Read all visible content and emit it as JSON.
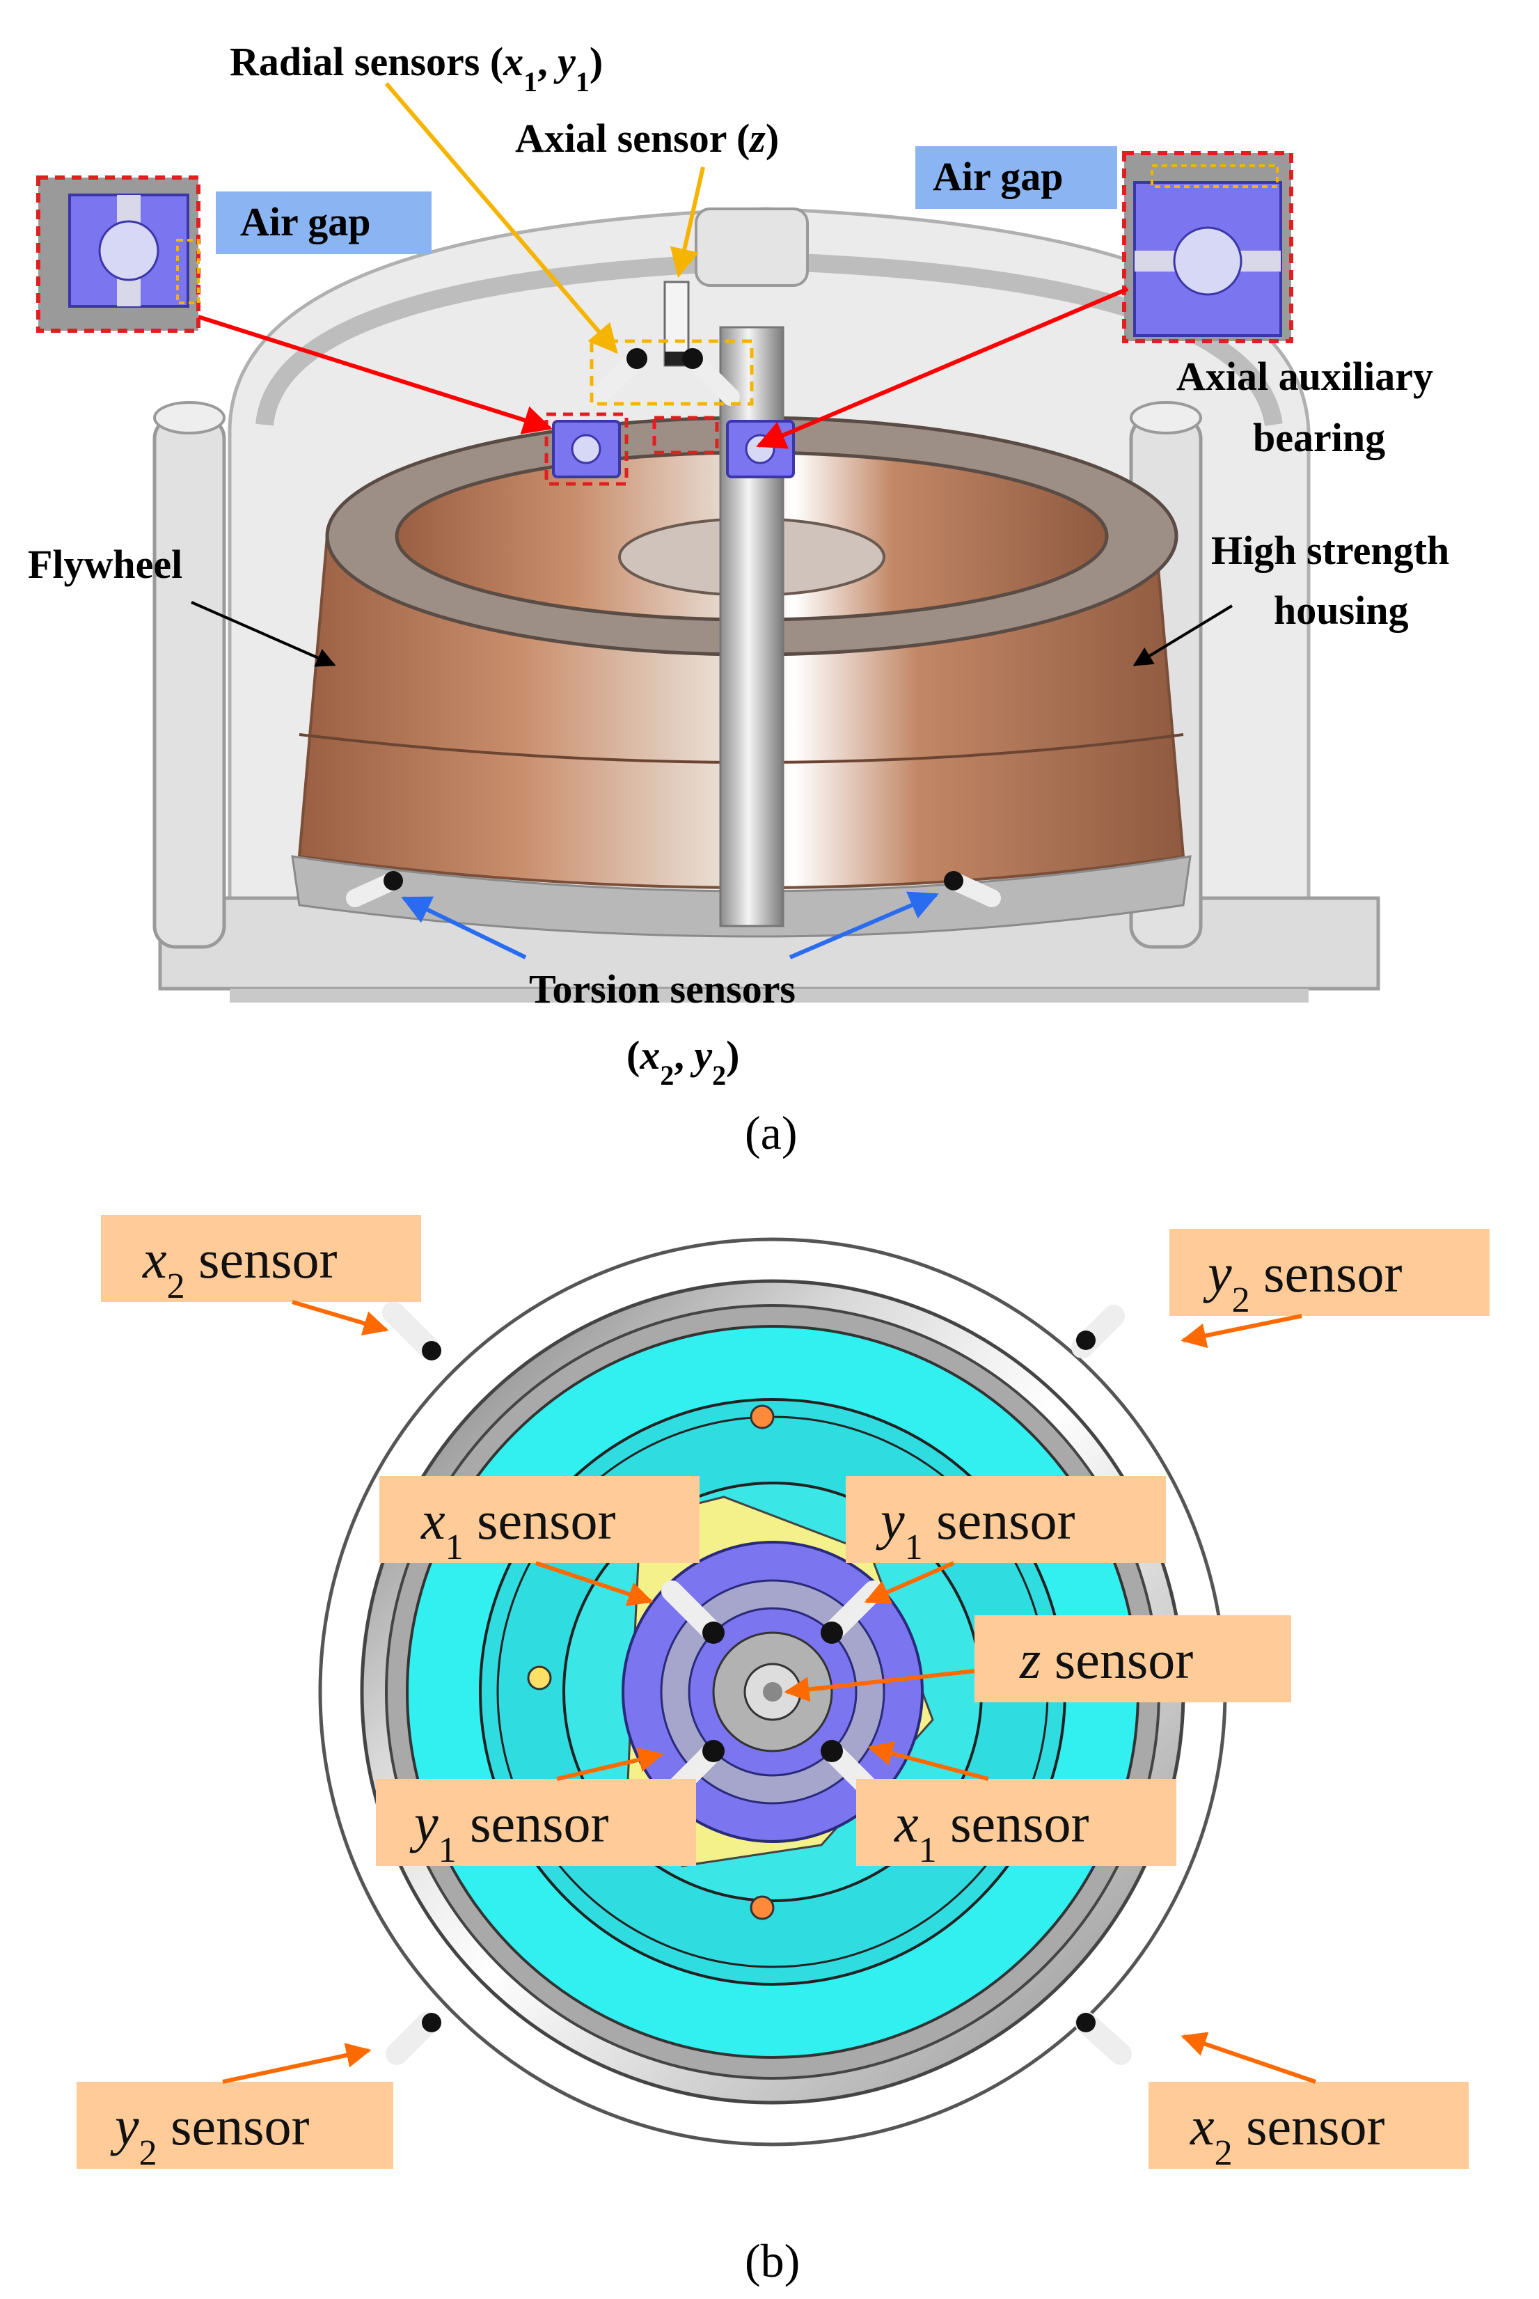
{
  "colors": {
    "label_box_orange": "#ffcc99",
    "label_box_blue": "#8ab4f2",
    "sensor_bearing_blue": "#7b75f0",
    "disc_cyan": "#33f0f0",
    "rotor_copper": "#c4896a",
    "yellow_arrow": "#f5b400",
    "red_arrow": "#ff0000",
    "blue_arrow": "#2a6cf0",
    "orange_arrow": "#ff6a00",
    "detail_border_red": "#e02020"
  },
  "panel_a": {
    "caption": "(a)",
    "radial_sensors": {
      "prefix": "Radial sensors (",
      "x": "x",
      "x_sub": "1",
      "sep": ", ",
      "y": "y",
      "y_sub": "1",
      "suffix": ")"
    },
    "axial_sensor": {
      "prefix": "Axial sensor (",
      "var": "z",
      "suffix": ")"
    },
    "air_gap_left": "Air gap",
    "air_gap_right": "Air gap",
    "axial_aux_bearing": [
      "Axial auxiliary",
      "bearing"
    ],
    "flywheel": "Flywheel",
    "housing": [
      "High strength",
      "housing"
    ],
    "torsion_sensors": {
      "line1": "Torsion sensors",
      "open": "(",
      "x": "x",
      "x_sub": "2",
      "sep": ", ",
      "y": "y",
      "y_sub": "2",
      "close": ")"
    },
    "icons": [
      "sensor-probe-icon",
      "air-gap-detail-icon"
    ]
  },
  "panel_b": {
    "caption": "(b)",
    "labels": {
      "x2_top_left": {
        "var": "x",
        "sub": "2",
        "word": " sensor"
      },
      "y2_top_right": {
        "var": "y",
        "sub": "2",
        "word": " sensor"
      },
      "x1_upper_left": {
        "var": "x",
        "sub": "1",
        "word": " sensor"
      },
      "y1_upper_right": {
        "var": "y",
        "sub": "1",
        "word": " sensor"
      },
      "z_center": {
        "var": "z",
        "word": " sensor"
      },
      "y1_lower_left": {
        "var": "y",
        "sub": "1",
        "word": " sensor"
      },
      "x1_lower_right": {
        "var": "x",
        "sub": "1",
        "word": " sensor"
      },
      "y2_bottom_left": {
        "var": "y",
        "sub": "2",
        "word": " sensor"
      },
      "x2_bottom_right": {
        "var": "x",
        "sub": "2",
        "word": " sensor"
      }
    }
  }
}
